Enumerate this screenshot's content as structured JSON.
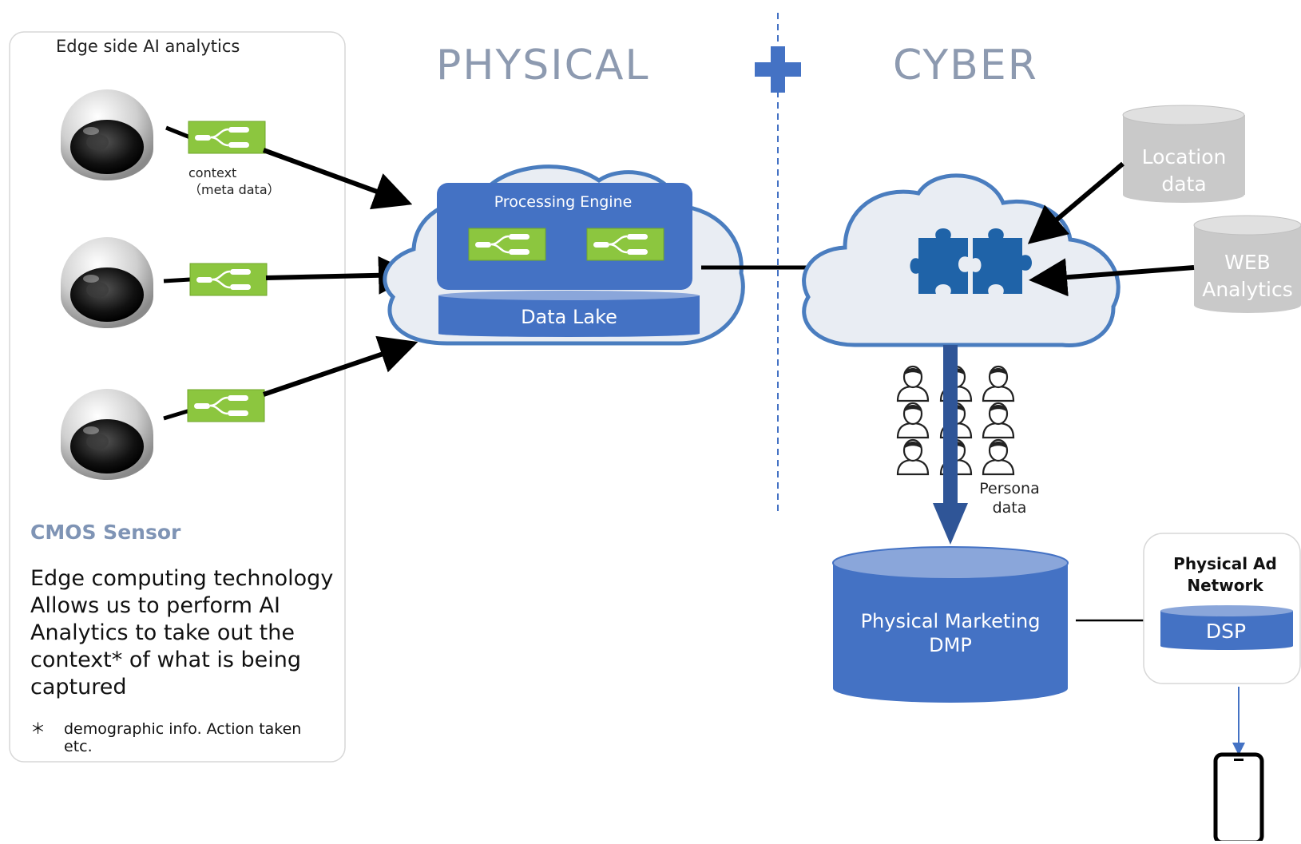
{
  "edge": {
    "title": "Edge side AI analytics",
    "context_label": "context\n（meta data）",
    "sensor_heading": "CMOS Sensor",
    "description": "Edge computing technology Allows us to perform AI Analytics to take out the context* of what is being captured",
    "footnote_mark": "＊",
    "footnote_text": "demographic info.  Action taken etc."
  },
  "headings": {
    "physical": "PHYSICAL",
    "plus": "+",
    "cyber": "CYBER"
  },
  "physical_cloud": {
    "engine_label": "Processing Engine",
    "lake_label": "Data Lake"
  },
  "cyber_sources": {
    "location": "Location\ndata",
    "web": "WEB\nAnalytics"
  },
  "persona_label": "Persona\ndata",
  "dmp_label": "Physical Marketing\nDMP",
  "ad_network": {
    "title": "Physical Ad\nNetwork",
    "dsp_label": "DSP"
  },
  "colors": {
    "blue": "#4472c4",
    "dark_blue": "#2f5597",
    "cloud_fill": "#e9edf3",
    "cloud_stroke": "#4a7dbf",
    "node_green": "#8cc63f",
    "gray_db": "#c9c9c9",
    "puzzle": "#1f63a8"
  },
  "icons": [
    "dome-camera-icon",
    "node-graph-icon",
    "cloud-icon",
    "puzzle-icon",
    "database-icon",
    "person-icon",
    "smartphone-icon"
  ]
}
